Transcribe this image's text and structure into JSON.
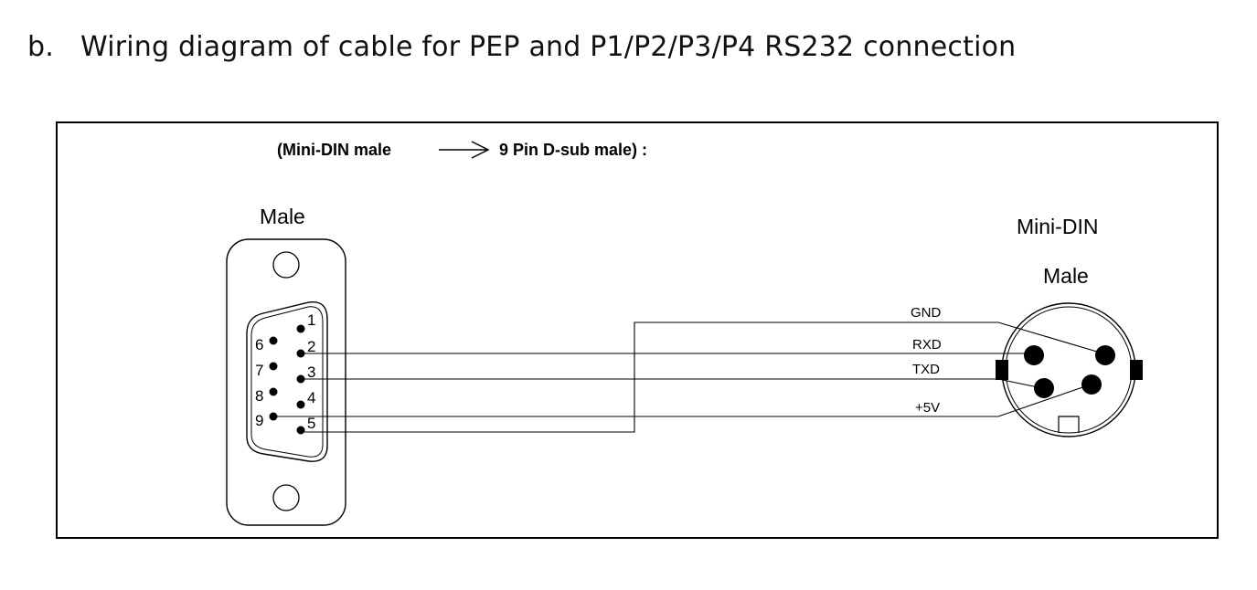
{
  "heading": {
    "marker": "b.",
    "text": "Wiring diagram of cable for PEP and P1/P2/P3/P4 RS232 connection"
  },
  "diagram": {
    "subtitle_left": "(Mini-DIN male",
    "subtitle_right": "9 Pin D-sub male) :",
    "dsub_label": "Male",
    "minidin_label_line1": "Mini-DIN",
    "minidin_label_line2": "Male",
    "dsub_pins": [
      "1",
      "2",
      "3",
      "4",
      "5",
      "6",
      "7",
      "8",
      "9"
    ],
    "signals": [
      "GND",
      "RXD",
      "TXD",
      "+5V"
    ]
  }
}
